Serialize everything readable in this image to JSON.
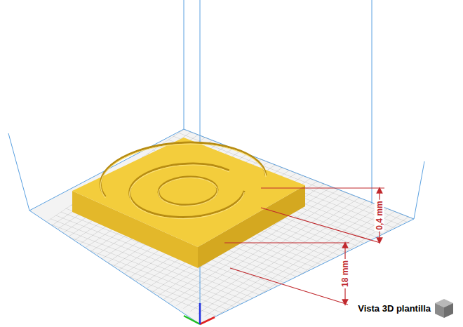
{
  "diagram": {
    "labels": [
      "0,4 mm",
      "18 mm",
      "Vista 3D plantilla"
    ]
  }
}
